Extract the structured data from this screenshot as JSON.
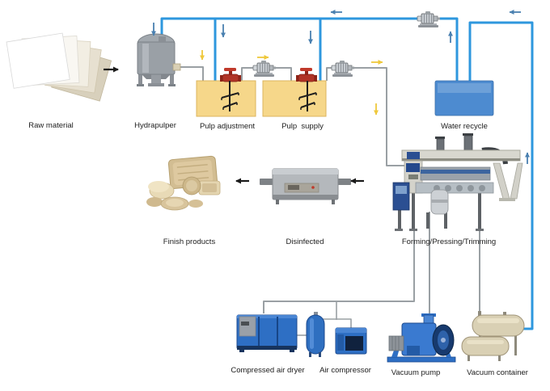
{
  "diagram": {
    "labels": {
      "raw_material": "Raw material",
      "hydrapulper": "Hydrapulper",
      "pulp_adjustment": "Pulp adjustment",
      "pulp_supply": "Pulp  supply",
      "water_recycle": "Water recycle",
      "finish_products": "Finish products",
      "disinfected": "Disinfected",
      "forming": "Forming/Pressing/Trimming",
      "compressed_air_dryer": "Compressed air dryer",
      "air_compressor": "Air compressor",
      "vacuum_pump": "Vacuum pump",
      "vacuum_container": "Vacuum container"
    },
    "colors": {
      "pipe_water": "#2E97DE",
      "pipe_gray": "#9AA0A4",
      "arrow_flow": "#4A80B0",
      "arrow_pulp": "#EFC83C",
      "arrow_process": "#1A1A1A",
      "tank_yellow": "#F6D78A",
      "tank_blue": "#4D8BD0",
      "machine_blue": "#2E6FC4",
      "valve_red": "#B03326",
      "container_beige": "#D9D0B4"
    }
  }
}
